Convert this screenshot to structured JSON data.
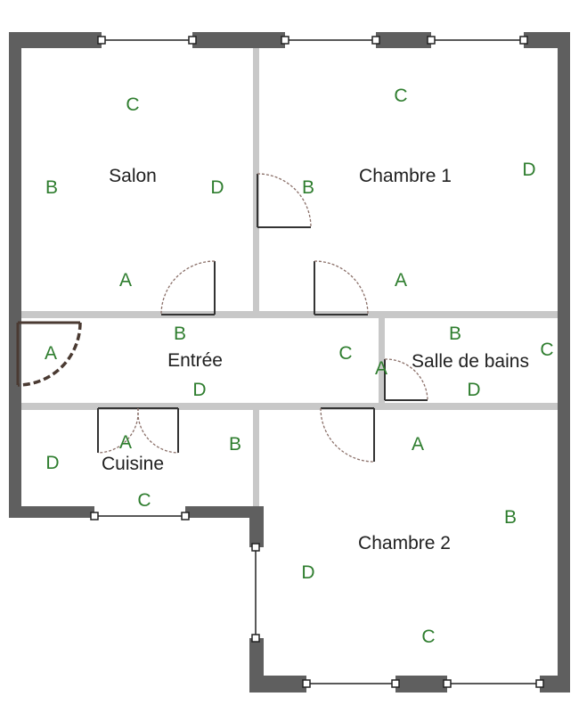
{
  "rooms": {
    "salon": "Salon",
    "chambre1": "Chambre 1",
    "entree": "Entrée",
    "salle_de_bains": "Salle de bains",
    "cuisine": "Cuisine",
    "chambre2": "Chambre 2"
  },
  "wall_labels": {
    "salon": {
      "a": "A",
      "b": "B",
      "c": "C",
      "d": "D"
    },
    "chambre1": {
      "a": "A",
      "b": "B",
      "c": "C",
      "d": "D"
    },
    "entree": {
      "a": "A",
      "b": "B",
      "c": "C",
      "d": "D"
    },
    "salle_de_bains": {
      "a": "A",
      "b": "B",
      "c": "C",
      "d": "D"
    },
    "cuisine": {
      "a": "A",
      "b": "B",
      "c": "C",
      "d": "D"
    },
    "chambre2": {
      "a": "A",
      "b": "B",
      "c": "C",
      "d": "D"
    }
  },
  "colors": {
    "exterior_wall": "#5f5f5f",
    "interior_wall": "#c8c8c8",
    "window_line": "#222222",
    "door_frame": "#333333",
    "door_swing": "#8a6f68",
    "entry_door": "#4a3a32",
    "wall_letter": "#2e7d2e",
    "room_label": "#202020"
  }
}
